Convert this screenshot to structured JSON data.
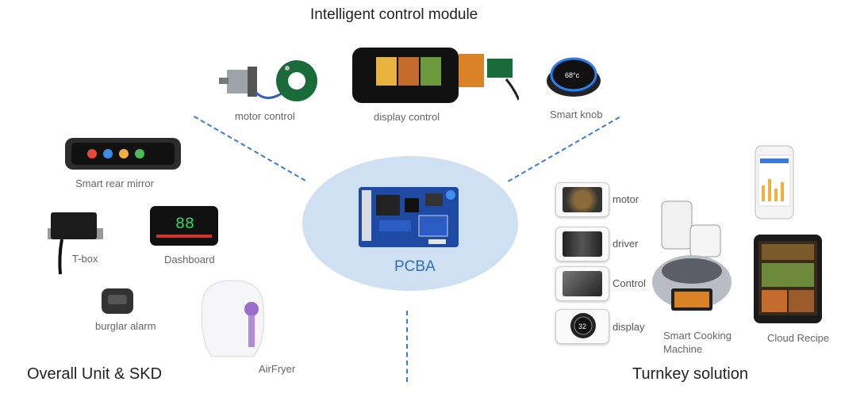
{
  "title": "Intelligent control module",
  "center": {
    "label": "PCBA"
  },
  "module_items": {
    "motor": "motor control",
    "display": "display control",
    "knob": "Smart knob",
    "knob_readout": "68°c"
  },
  "left_items": {
    "mirror": "Smart rear mirror",
    "tbox": "T-box",
    "dashboard": "Dashboard",
    "dashboard_readout": "88",
    "alarm": "burglar alarm",
    "airfryer": "AirFryer"
  },
  "left_section": "Overall Unit & SKD",
  "right_items": {
    "motor": "motor",
    "driver": "driver",
    "control": "Control",
    "display": "display",
    "display_readout": "32",
    "cooking_line1": "Smart Cooking",
    "cooking_line2": "Machine",
    "recipe": "Cloud Recipe"
  },
  "right_section": "Turnkey solution",
  "colors": {
    "accent": "#3d7bd1",
    "ellipse": "#cfe0f3",
    "pcb": "#1f4aa3"
  }
}
